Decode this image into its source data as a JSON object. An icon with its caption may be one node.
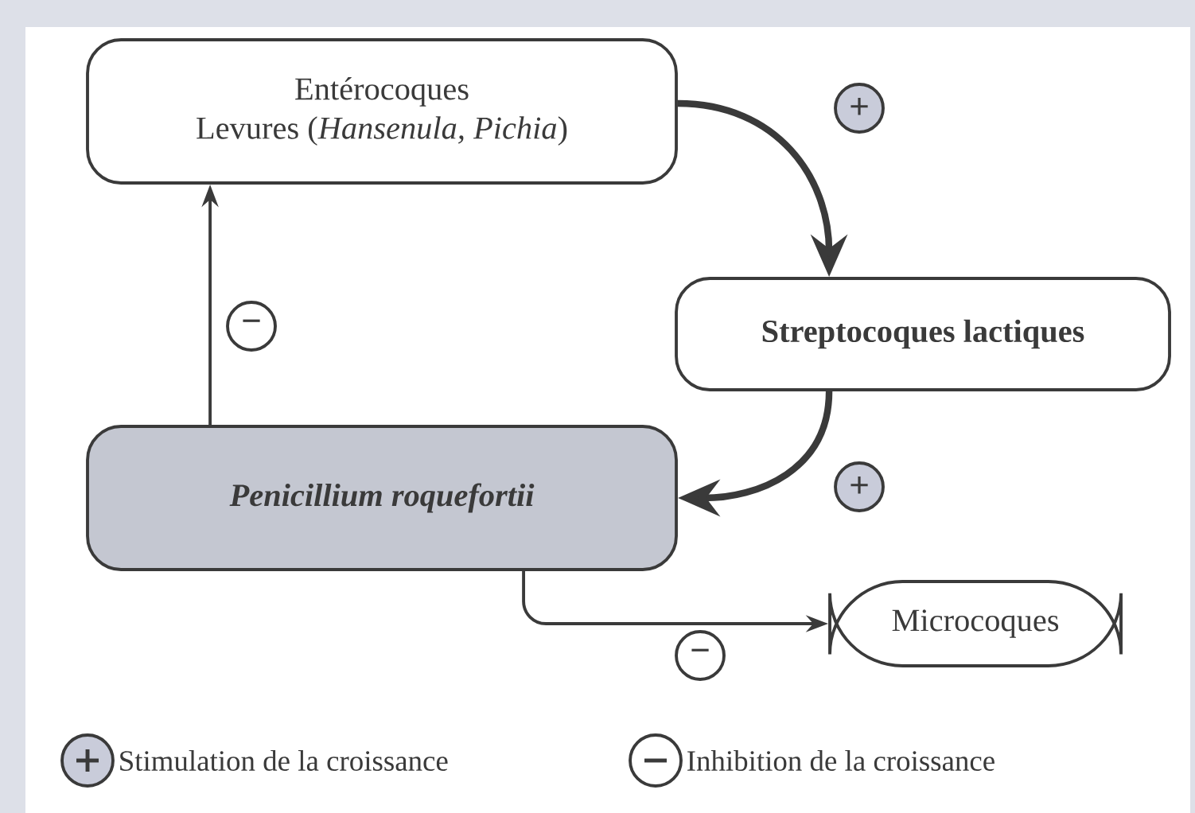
{
  "diagram": {
    "nodes": [
      {
        "text": [
          "Entérocoques",
          "Levures (*Hansenula, Pichia*)"
        ]
      },
      {
        "text": [
          "Streptocoques lactiques"
        ]
      },
      {
        "text": [
          "Penicillium roquefortii"
        ]
      },
      {
        "text": [
          "Microcoques"
        ]
      }
    ],
    "edges": [
      {
        "from": 0,
        "to": 1,
        "arrow": "to",
        "style": "thick",
        "label": "+"
      },
      {
        "from": 1,
        "to": 2,
        "arrow": "to",
        "style": "thick",
        "label": "+"
      },
      {
        "from": 2,
        "to": 0,
        "arrow": "to",
        "label": "−"
      },
      {
        "from": 2,
        "to": 3,
        "arrow": "to",
        "label": "−"
      }
    ],
    "legend": [
      {
        "text": "Stimulation de la croissance"
      },
      {
        "text": "Inhibition de la croissance"
      }
    ]
  }
}
